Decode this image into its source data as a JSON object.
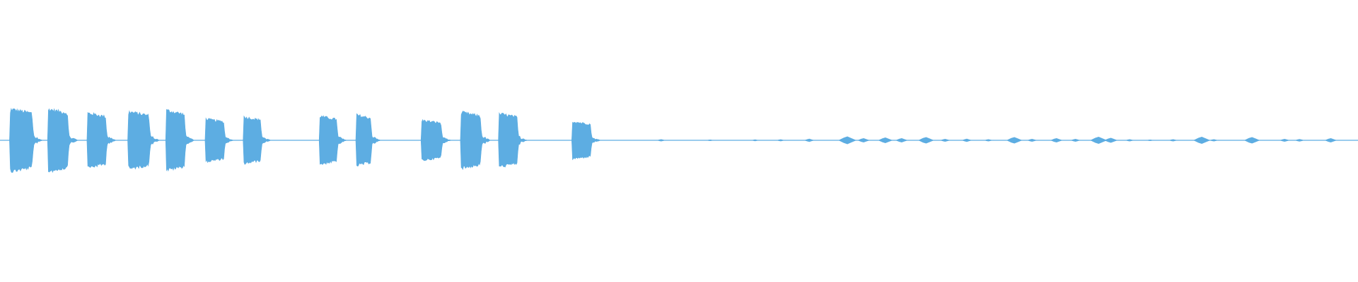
{
  "waveform": {
    "color": "#5dade2",
    "background": "#ffffff",
    "baseline_amplitude": 0.004,
    "duration_fraction_end": 1.0,
    "bursts": [
      {
        "start": 0.007,
        "end": 0.025,
        "amplitude": 0.47
      },
      {
        "start": 0.035,
        "end": 0.051,
        "amplitude": 0.47
      },
      {
        "start": 0.064,
        "end": 0.079,
        "amplitude": 0.41
      },
      {
        "start": 0.094,
        "end": 0.111,
        "amplitude": 0.43
      },
      {
        "start": 0.122,
        "end": 0.137,
        "amplitude": 0.45
      },
      {
        "start": 0.151,
        "end": 0.166,
        "amplitude": 0.32
      },
      {
        "start": 0.179,
        "end": 0.193,
        "amplitude": 0.35
      },
      {
        "start": 0.235,
        "end": 0.249,
        "amplitude": 0.36
      },
      {
        "start": 0.262,
        "end": 0.274,
        "amplitude": 0.38
      },
      {
        "start": 0.31,
        "end": 0.326,
        "amplitude": 0.3
      },
      {
        "start": 0.339,
        "end": 0.355,
        "amplitude": 0.42
      },
      {
        "start": 0.367,
        "end": 0.382,
        "amplitude": 0.4
      },
      {
        "start": 0.421,
        "end": 0.436,
        "amplitude": 0.28
      }
    ],
    "small_blips": [
      {
        "pos": 0.487,
        "amplitude": 0.015
      },
      {
        "pos": 0.523,
        "amplitude": 0.01
      },
      {
        "pos": 0.556,
        "amplitude": 0.012
      },
      {
        "pos": 0.575,
        "amplitude": 0.014
      },
      {
        "pos": 0.596,
        "amplitude": 0.022
      },
      {
        "pos": 0.624,
        "amplitude": 0.055
      },
      {
        "pos": 0.636,
        "amplitude": 0.03
      },
      {
        "pos": 0.652,
        "amplitude": 0.04
      },
      {
        "pos": 0.664,
        "amplitude": 0.03
      },
      {
        "pos": 0.682,
        "amplitude": 0.045
      },
      {
        "pos": 0.696,
        "amplitude": 0.02
      },
      {
        "pos": 0.712,
        "amplitude": 0.022
      },
      {
        "pos": 0.728,
        "amplitude": 0.015
      },
      {
        "pos": 0.747,
        "amplitude": 0.045
      },
      {
        "pos": 0.76,
        "amplitude": 0.02
      },
      {
        "pos": 0.778,
        "amplitude": 0.03
      },
      {
        "pos": 0.792,
        "amplitude": 0.02
      },
      {
        "pos": 0.809,
        "amplitude": 0.05
      },
      {
        "pos": 0.818,
        "amplitude": 0.035
      },
      {
        "pos": 0.832,
        "amplitude": 0.015
      },
      {
        "pos": 0.847,
        "amplitude": 0.01
      },
      {
        "pos": 0.864,
        "amplitude": 0.015
      },
      {
        "pos": 0.885,
        "amplitude": 0.05
      },
      {
        "pos": 0.894,
        "amplitude": 0.015
      },
      {
        "pos": 0.922,
        "amplitude": 0.045
      },
      {
        "pos": 0.946,
        "amplitude": 0.02
      },
      {
        "pos": 0.957,
        "amplitude": 0.018
      },
      {
        "pos": 0.98,
        "amplitude": 0.03
      }
    ]
  }
}
